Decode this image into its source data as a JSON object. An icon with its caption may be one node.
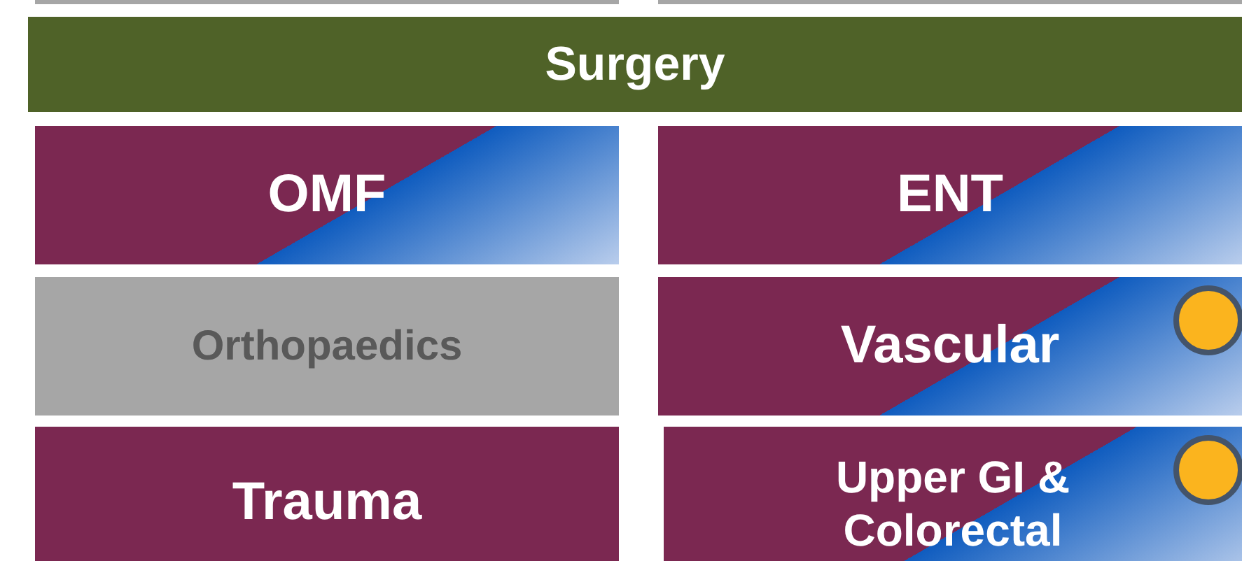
{
  "diagram": {
    "nodes": [
      {
        "text": [
          "Surgery"
        ]
      },
      {
        "text": [
          "OMF"
        ]
      },
      {
        "text": [
          "ENT"
        ]
      },
      {
        "text": [
          "Orthopaedics"
        ]
      },
      {
        "text": [
          "Vascular"
        ]
      },
      {
        "text": [
          "Trauma"
        ]
      },
      {
        "text": [
          "Upper GI & Colorectal"
        ]
      }
    ]
  }
}
